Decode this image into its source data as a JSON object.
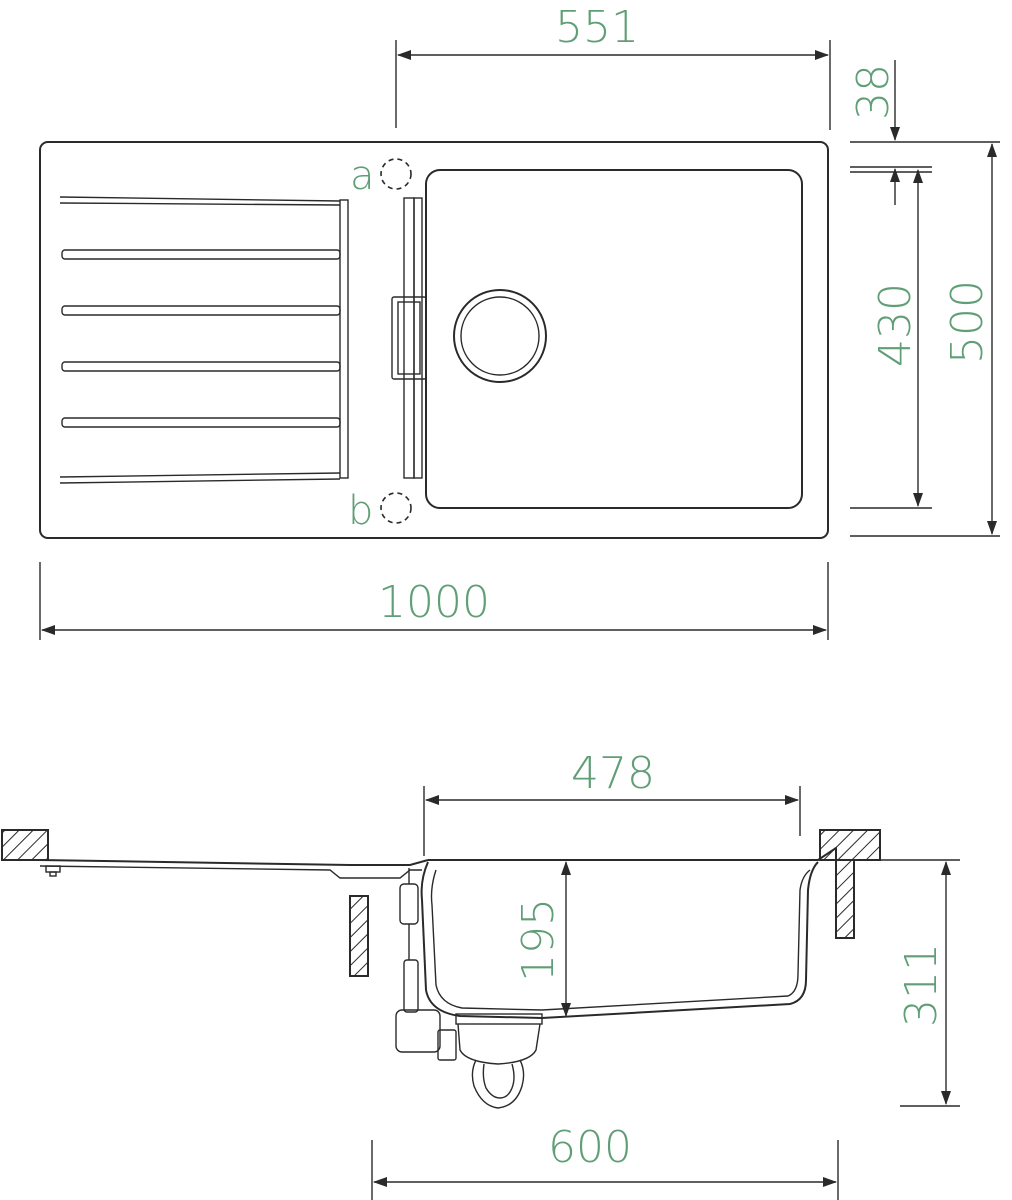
{
  "colors": {
    "line": "#2a2a2a",
    "dimension_text": "#5f9e76",
    "background": "#ffffff"
  },
  "top_view": {
    "dimensions": {
      "bowl_width": "551",
      "rim_offset": "38",
      "bowl_depth": "430",
      "overall_depth": "500",
      "overall_width": "1000"
    },
    "markers": {
      "tap_hole_a": "a",
      "tap_hole_b": "b"
    }
  },
  "side_view": {
    "dimensions": {
      "bowl_inner_width": "478",
      "bowl_height": "195",
      "total_height": "311",
      "cabinet_width": "600"
    }
  }
}
